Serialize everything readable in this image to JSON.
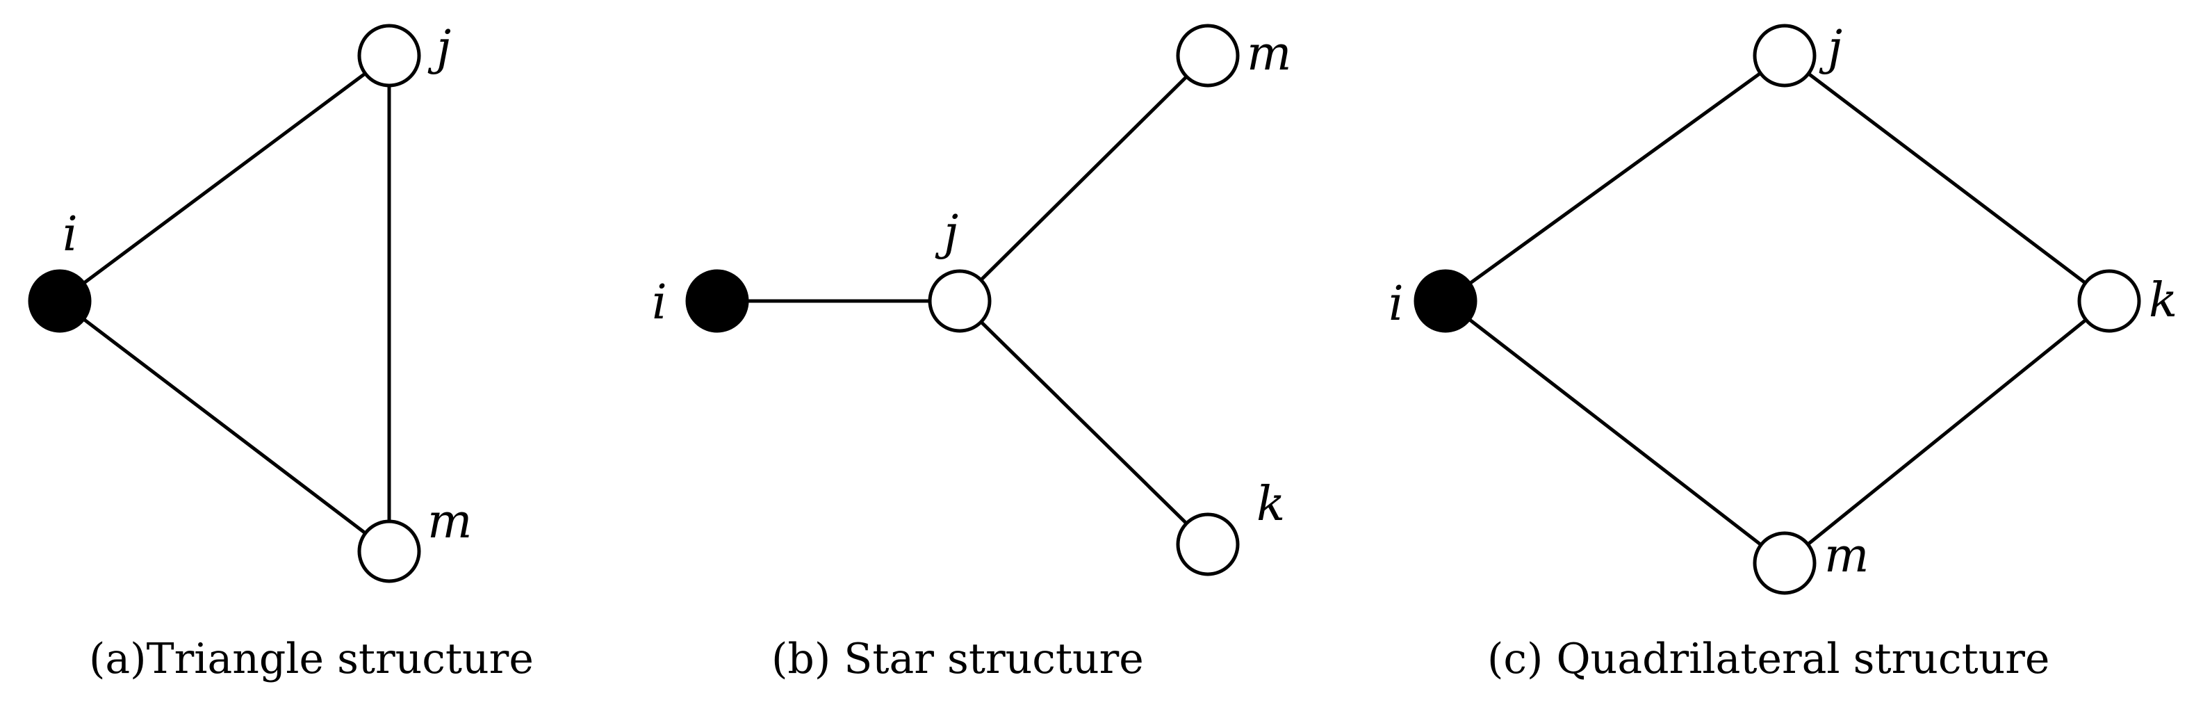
{
  "panels": {
    "a": {
      "caption": "(a)Triangle structure",
      "labels": {
        "i": "i",
        "j": "j",
        "m": "m"
      }
    },
    "b": {
      "caption": "(b) Star structure",
      "labels": {
        "i": "i",
        "j": "j",
        "m": "m",
        "k": "k"
      }
    },
    "c": {
      "caption": "(c) Quadrilateral structure",
      "labels": {
        "i": "i",
        "j": "j",
        "k": "k",
        "m": "m"
      }
    }
  },
  "colors": {
    "filled_node": "#000000",
    "empty_node": "#ffffff",
    "edge": "#000000"
  }
}
